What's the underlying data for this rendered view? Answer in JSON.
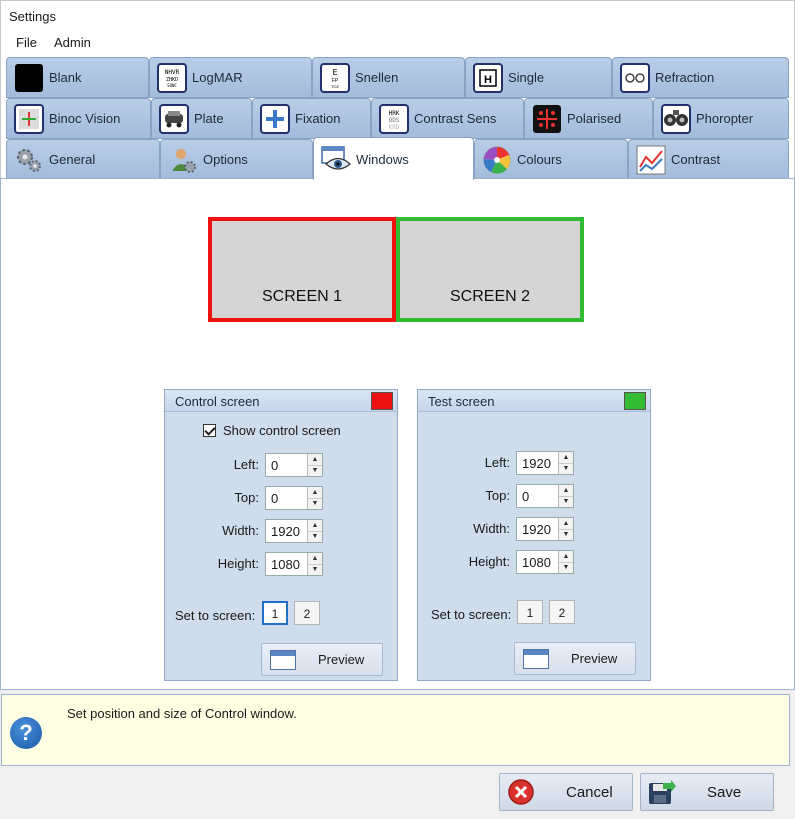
{
  "window": {
    "title": "Settings"
  },
  "menu": {
    "items": [
      "File",
      "Admin"
    ]
  },
  "tabs": {
    "row1": [
      {
        "label": "Blank",
        "icon": "blank-icon"
      },
      {
        "label": "LogMAR",
        "icon": "logmar-chart-icon"
      },
      {
        "label": "Snellen",
        "icon": "snellen-chart-icon"
      },
      {
        "label": "Single",
        "icon": "single-letter-icon"
      },
      {
        "label": "Refraction",
        "icon": "refraction-icon"
      }
    ],
    "row2": [
      {
        "label": "Binoc Vision",
        "icon": "binoc-vision-icon"
      },
      {
        "label": "Plate",
        "icon": "plate-icon"
      },
      {
        "label": "Fixation",
        "icon": "fixation-cross-icon"
      },
      {
        "label": "Contrast Sens",
        "icon": "contrast-sens-icon"
      },
      {
        "label": "Polarised",
        "icon": "polarised-icon"
      },
      {
        "label": "Phoropter",
        "icon": "phoropter-icon"
      }
    ],
    "row3": [
      {
        "label": "General",
        "icon": "gears-icon"
      },
      {
        "label": "Options",
        "icon": "user-gear-icon"
      },
      {
        "label": "Windows",
        "icon": "windows-eye-icon",
        "active": true
      },
      {
        "label": "Colours",
        "icon": "colour-wheel-icon"
      },
      {
        "label": "Contrast",
        "icon": "contrast-graph-icon"
      }
    ]
  },
  "screens": {
    "screen1": "SCREEN 1",
    "screen2": "SCREEN 2",
    "screen1_color": "#ee1111",
    "screen2_color": "#33bb33"
  },
  "control_panel": {
    "title": "Control screen",
    "swatch_color": "#ee1111",
    "show_control_label": "Show control screen",
    "show_control_checked": true,
    "left_label": "Left:",
    "left": "0",
    "top_label": "Top:",
    "top": "0",
    "width_label": "Width:",
    "width": "1920",
    "height_label": "Height:",
    "height": "1080",
    "set_label": "Set to screen:",
    "screen_buttons": [
      "1",
      "2"
    ],
    "selected_screen": "1",
    "preview_label": "Preview"
  },
  "test_panel": {
    "title": "Test screen",
    "swatch_color": "#33bb33",
    "left_label": "Left:",
    "left": "1920",
    "top_label": "Top:",
    "top": "0",
    "width_label": "Width:",
    "width": "1920",
    "height_label": "Height:",
    "height": "1080",
    "set_label": "Set to screen:",
    "screen_buttons": [
      "1",
      "2"
    ],
    "preview_label": "Preview"
  },
  "help": {
    "text": "Set position and size of Control window."
  },
  "footer": {
    "cancel_label": "Cancel",
    "save_label": "Save"
  }
}
